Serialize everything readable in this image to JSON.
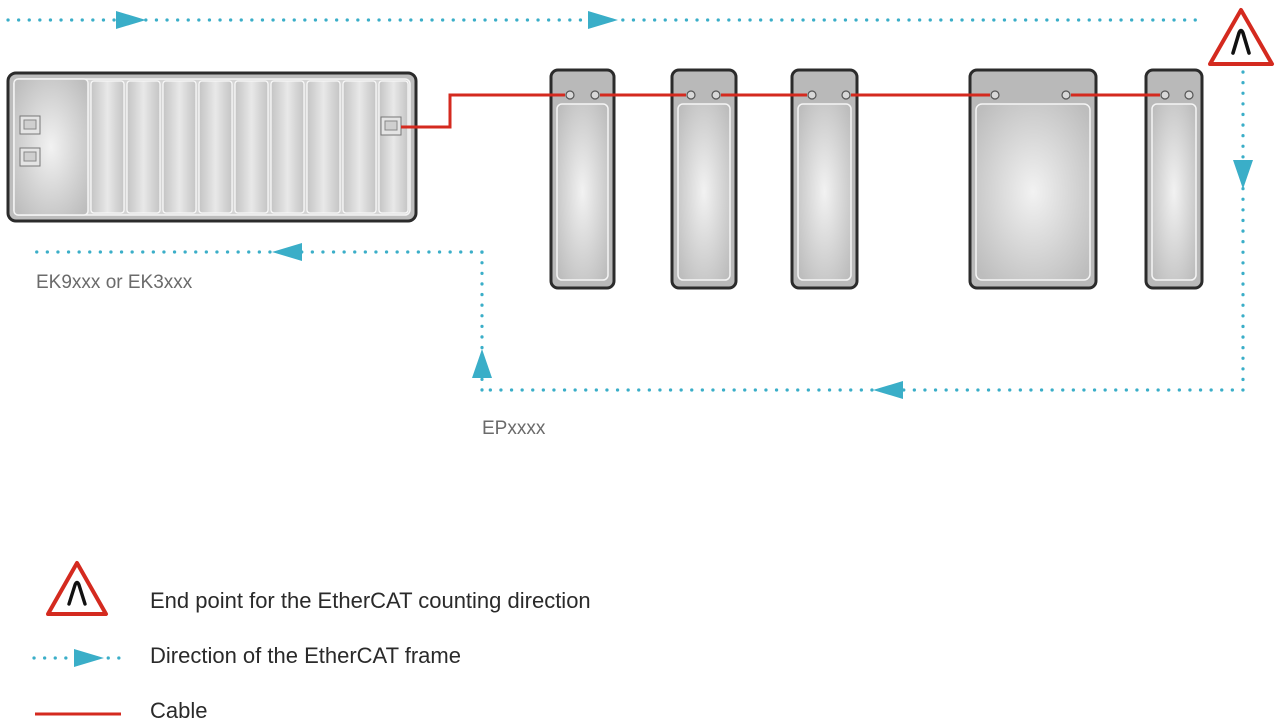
{
  "labels": {
    "coupler": "EK9xxx or EK3xxx",
    "box": "EPxxxx"
  },
  "legend": {
    "end_point": "End point for the EtherCAT counting direction",
    "frame_direction": "Direction of the EtherCAT frame",
    "cable": "Cable"
  },
  "colors": {
    "frame_arrow": "#3aaec8",
    "cable": "#d42a1f",
    "warning_border": "#d42a1f",
    "device_fill": "#cfcfcf",
    "device_border": "#2b2b2b"
  },
  "icons": {
    "end_point": "warning-triangle-arch-icon",
    "frame_direction": "dotted-arrow-icon",
    "cable": "red-line-icon"
  }
}
